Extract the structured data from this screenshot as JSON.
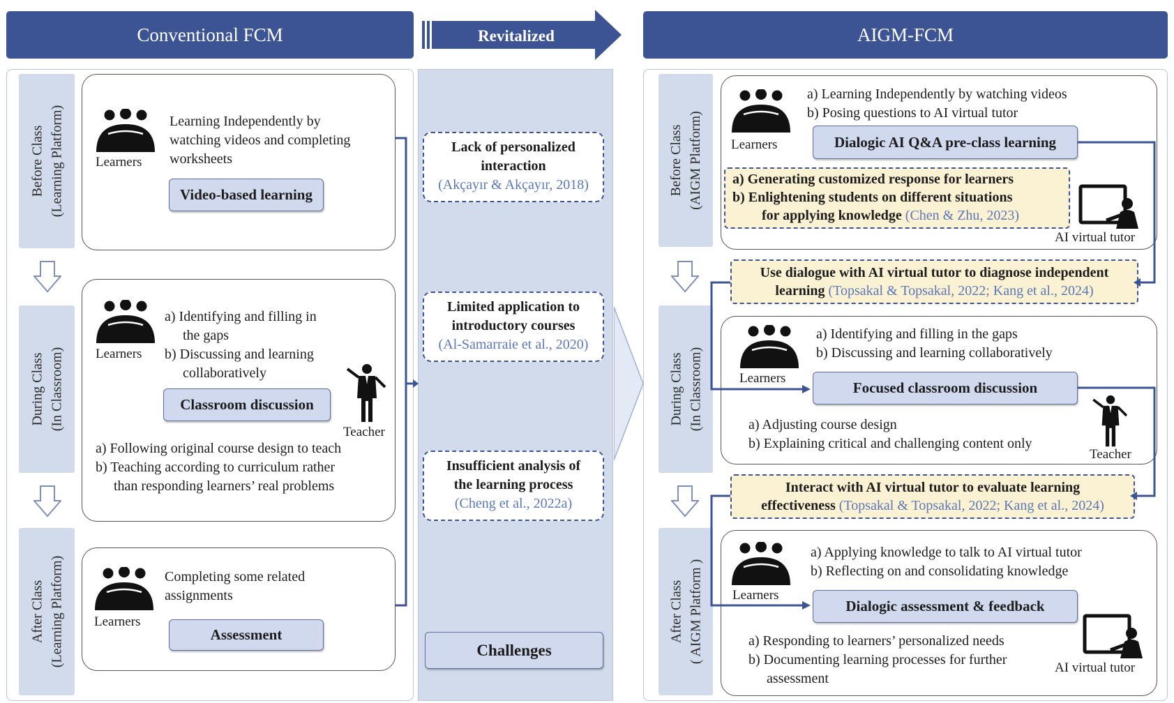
{
  "headers": {
    "conventional": "Conventional FCM",
    "revitalized": "Revitalized",
    "aigm": "AIGM-FCM"
  },
  "left": {
    "before": {
      "side": [
        "Before Class",
        "(Learning Platform)"
      ],
      "learners": "Learners",
      "text": [
        "Learning Independently by",
        "watching videos and completing",
        "worksheets"
      ],
      "button": "Video-based learning"
    },
    "during": {
      "side": [
        "During Class",
        "(In Classroom)"
      ],
      "learners": "Learners",
      "items": [
        "a) Identifying and filling in",
        "the gaps",
        "b) Discussing and learning",
        "collaboratively"
      ],
      "button": "Classroom discussion",
      "teacher": "Teacher",
      "teacher_items": [
        "a) Following original course design to teach",
        "b) Teaching according to curriculum rather",
        "than responding learners’ real problems"
      ]
    },
    "after": {
      "side": [
        "After Class",
        "(Learning Platform)"
      ],
      "learners": "Learners",
      "text": [
        "Completing some related",
        "assignments"
      ],
      "button": "Assessment"
    }
  },
  "middle": {
    "challenges": [
      {
        "lines": [
          "Lack of personalized",
          "interaction"
        ],
        "cite": "(Akçayır & Akçayır, 2018)"
      },
      {
        "lines": [
          "Limited application to",
          "introductory courses"
        ],
        "cite": "(Al-Samarraie et al., 2020)"
      },
      {
        "lines": [
          "Insufficient analysis of",
          "the learning process"
        ],
        "cite": "(Cheng et al., 2022a)"
      }
    ],
    "challenges_label": "Challenges"
  },
  "right": {
    "before": {
      "side": [
        "Before Class",
        "(AIGM Platform)"
      ],
      "learners": "Learners",
      "items": [
        "a) Learning Independently by watching videos",
        "b) Posing questions to AI virtual tutor"
      ],
      "button": "Dialogic AI Q&A pre-class learning",
      "tutor_items": [
        "a)  Generating customized response for learners",
        "b)  Enlightening students on different situations",
        "for applying knowledge"
      ],
      "tutor_cite": "(Chen & Zhu, 2023)",
      "tutor": "AI virtual tutor"
    },
    "bridge1": {
      "lines": [
        "Use dialogue with AI virtual tutor to diagnose independent",
        "learning"
      ],
      "cite": "(Topsakal & Topsakal, 2022; Kang et al., 2024)"
    },
    "during": {
      "side": [
        "During Class",
        "(In Classroom)"
      ],
      "learners": "Learners",
      "items": [
        "a) Identifying and filling in the gaps",
        "b) Discussing and learning collaboratively"
      ],
      "button": "Focused classroom discussion",
      "teacher_items": [
        "a) Adjusting course design",
        "b) Explaining critical and challenging content only"
      ],
      "teacher": "Teacher"
    },
    "bridge2": {
      "lines": [
        "Interact with AI virtual tutor to evaluate learning",
        "effectiveness"
      ],
      "cite": "(Topsakal & Topsakal, 2022; Kang et al., 2024)"
    },
    "after": {
      "side": [
        "After Class",
        "( AIGM Platform )"
      ],
      "learners": "Learners",
      "items": [
        "a) Applying knowledge to talk to AI virtual tutor",
        "b) Reflecting on and consolidating knowledge"
      ],
      "button": "Dialogic assessment & feedback",
      "tutor_items": [
        "a) Responding to learners’ personalized needs",
        "b) Documenting learning processes for further",
        "assessment"
      ],
      "tutor": "AI virtual tutor"
    }
  },
  "colors": {
    "header": "#3c5494",
    "panel_fill": "#d2dbec",
    "highlight": "#fbf1d3",
    "citation": "#5b78b8"
  }
}
